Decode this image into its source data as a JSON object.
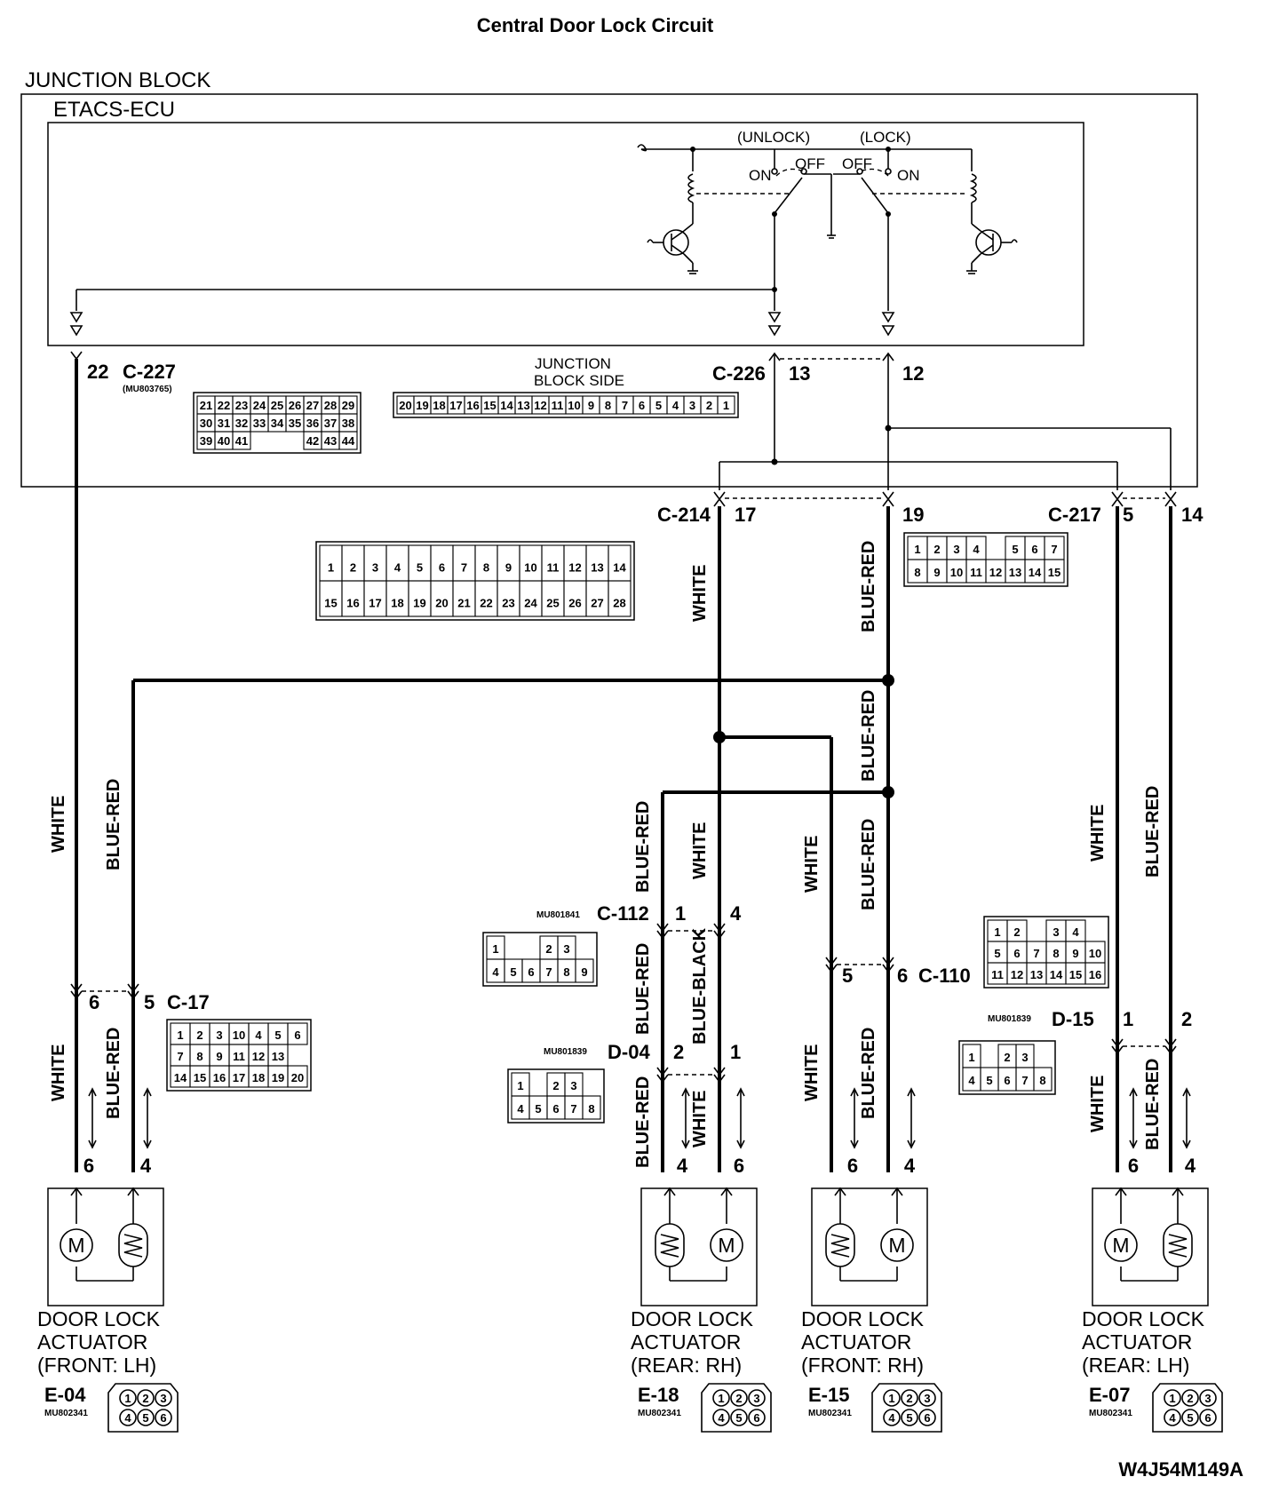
{
  "title": "Central Door Lock Circuit",
  "junction_block": "JUNCTION BLOCK",
  "etacs_ecu": "ETACS-ECU",
  "switch": {
    "unlock": "(UNLOCK)",
    "lock": "(LOCK)",
    "on": "ON",
    "off": "OFF"
  },
  "junction_block_side": [
    "JUNCTION",
    "BLOCK SIDE"
  ],
  "connectors": {
    "c227": {
      "name": "C-227",
      "part": "(MU803765)",
      "pin": "22"
    },
    "c226": {
      "name": "C-226",
      "pin_unlock": "13",
      "pin_lock": "12"
    },
    "c214": {
      "name": "C-214",
      "pin_white": "17",
      "pin_bluered": "19"
    },
    "c217": {
      "name": "C-217",
      "pin_white": "5",
      "pin_bluered": "14"
    },
    "c112": {
      "name": "C-112",
      "part": "MU801841",
      "pin_a": "1",
      "pin_b": "4"
    },
    "c110": {
      "name": "C-110",
      "pin_white": "5",
      "pin_bluered": "6"
    },
    "c17": {
      "name": "C-17",
      "pin_white": "6",
      "pin_bluered": "5"
    },
    "d04": {
      "name": "D-04",
      "part": "MU801839",
      "pin_a": "2",
      "pin_b": "1"
    },
    "d15": {
      "name": "D-15",
      "part": "MU801839",
      "pin_white": "1",
      "pin_bluered": "2"
    }
  },
  "connector_faces": {
    "c227": [
      [
        "21",
        "22",
        "23",
        "24",
        "25",
        "26",
        "27",
        "28",
        "29"
      ],
      [
        "30",
        "31",
        "32",
        "33",
        "34",
        "35",
        "36",
        "37",
        "38"
      ],
      [
        "39",
        "40",
        "41",
        "",
        "",
        "",
        "42",
        "43",
        "44"
      ]
    ],
    "c226": [
      "20",
      "19",
      "18",
      "17",
      "16",
      "15",
      "14",
      "13",
      "12",
      "11",
      "10",
      "9",
      "8",
      "7",
      "6",
      "5",
      "4",
      "3",
      "2",
      "1"
    ],
    "c214": [
      [
        "1",
        "2",
        "3",
        "4",
        "5",
        "6",
        "7",
        "8",
        "9",
        "10",
        "11",
        "12",
        "13",
        "14"
      ],
      [
        "15",
        "16",
        "17",
        "18",
        "19",
        "20",
        "21",
        "22",
        "23",
        "24",
        "25",
        "26",
        "27",
        "28"
      ]
    ],
    "c217": [
      [
        "1",
        "2",
        "3",
        "4",
        "",
        "5",
        "6",
        "7"
      ],
      [
        "8",
        "9",
        "10",
        "11",
        "12",
        "13",
        "14",
        "15"
      ]
    ],
    "c112": [
      [
        "1",
        "",
        "",
        "2",
        "3"
      ],
      [
        "4",
        "5",
        "6",
        "7",
        "8",
        "9"
      ]
    ],
    "c110": [
      [
        "1",
        "2",
        "",
        "3",
        "4"
      ],
      [
        "5",
        "6",
        "7",
        "8",
        "9",
        "10"
      ],
      [
        "11",
        "12",
        "13",
        "14",
        "15",
        "16"
      ]
    ],
    "c17": [
      [
        "1",
        "2",
        "3",
        "10",
        "4",
        "5",
        "6"
      ],
      [
        "7",
        "8",
        "9",
        "11",
        "12",
        "13"
      ],
      [
        "14",
        "15",
        "16",
        "17",
        "18",
        "19",
        "20"
      ]
    ],
    "d04": [
      [
        "1",
        "",
        "2",
        "3"
      ],
      [
        "4",
        "5",
        "6",
        "7",
        "8"
      ]
    ],
    "d15": [
      [
        "1",
        "",
        "2",
        "3"
      ],
      [
        "4",
        "5",
        "6",
        "7",
        "8"
      ]
    ],
    "actuator": [
      "1",
      "2",
      "3",
      "4",
      "5",
      "6"
    ]
  },
  "wire_colors": {
    "white": "WHITE",
    "blue_red": "BLUE-RED",
    "blue_black": "BLUE-BLACK"
  },
  "actuators": [
    {
      "lines": [
        "DOOR LOCK",
        "ACTUATOR",
        "(FRONT: LH)"
      ],
      "conn": "E-04",
      "part": "MU802341",
      "pin_left": "6",
      "pin_right": "4"
    },
    {
      "lines": [
        "DOOR LOCK",
        "ACTUATOR",
        "(REAR: RH)"
      ],
      "conn": "E-18",
      "part": "MU802341",
      "pin_left": "4",
      "pin_right": "6"
    },
    {
      "lines": [
        "DOOR LOCK",
        "ACTUATOR",
        "(FRONT: RH)"
      ],
      "conn": "E-15",
      "part": "MU802341",
      "pin_left": "6",
      "pin_right": "4"
    },
    {
      "lines": [
        "DOOR LOCK",
        "ACTUATOR",
        "(REAR: LH)"
      ],
      "conn": "E-07",
      "part": "MU802341",
      "pin_left": "6",
      "pin_right": "4"
    }
  ],
  "figure_code": "W4J54M149A"
}
